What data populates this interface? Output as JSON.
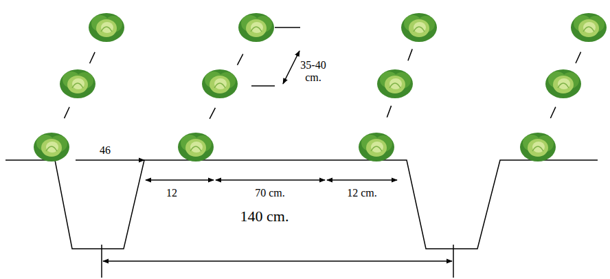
{
  "diagram": {
    "labels": [
      "35-40 cm.",
      "46",
      "12",
      "70 cm.",
      "12 cm.",
      "140 cm."
    ]
  }
}
